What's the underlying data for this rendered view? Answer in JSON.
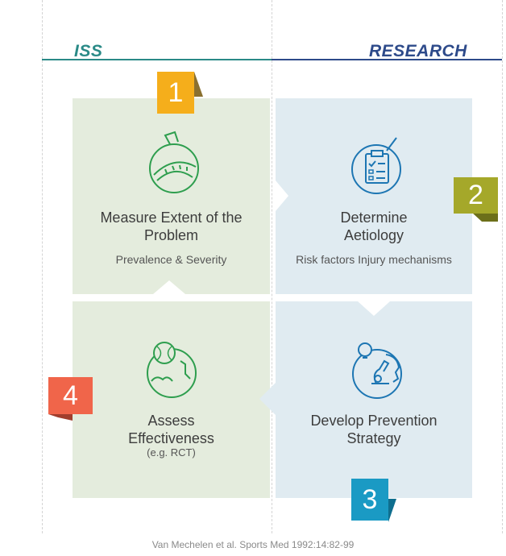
{
  "header": {
    "left_label": "ISS",
    "right_label": "RESEARCH",
    "left_color": "#2a8a87",
    "right_color": "#2d4a8a"
  },
  "steps": [
    {
      "number": "1",
      "title_line1": "Measure Extent of the",
      "title_line2": "Problem",
      "subtitle": "Prevalence & Severity",
      "badge_color": "#f5ae1b",
      "icon": "measuring-tape-icon"
    },
    {
      "number": "2",
      "title_line1": "Determine",
      "title_line2": "Aetiology",
      "subtitle": "Risk factors Injury mechanisms",
      "badge_color": "#a5a82a",
      "icon": "clipboard-checklist-icon"
    },
    {
      "number": "3",
      "title_line1": "Develop Prevention",
      "title_line2": "Strategy",
      "subtitle": "",
      "badge_color": "#1a9ac4",
      "icon": "microscope-idea-icon"
    },
    {
      "number": "4",
      "title_line1": "Assess",
      "title_line2": "Effectiveness",
      "subtitle": "(e.g. RCT)",
      "badge_color": "#f0654a",
      "icon": "baseball-globe-icon"
    }
  ],
  "colors": {
    "green_panel": "#e4ecdd",
    "blue_panel": "#e0ebf1",
    "green_icon": "#2e9e4e",
    "blue_icon": "#1d76b3"
  },
  "citation": "Van Mechelen et al. Sports Med 1992:14:82-99"
}
